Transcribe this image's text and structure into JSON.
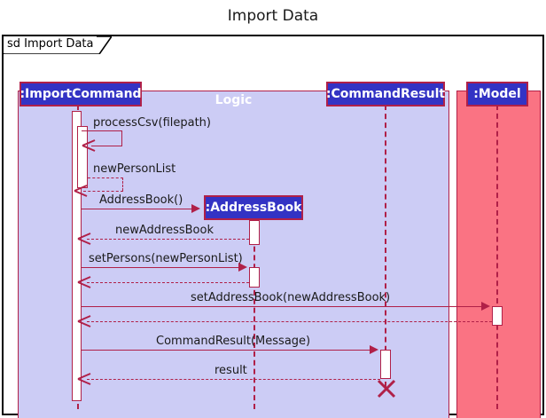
{
  "title": "Import Data",
  "frame": {
    "kind_label": "sd Import Data"
  },
  "groups": [
    {
      "name": "logic",
      "label": "Logic",
      "color": "#CCCCF5"
    },
    {
      "name": "model",
      "label": "Model",
      "color": "#FA7383"
    }
  ],
  "participants": [
    {
      "name": "import-command",
      "label": ":ImportCommand",
      "group": "logic"
    },
    {
      "name": "address-book",
      "label": ":AddressBook",
      "group": "logic"
    },
    {
      "name": "command-result",
      "label": ":CommandResult",
      "group": "logic"
    },
    {
      "name": "model",
      "label": ":Model",
      "group": "model"
    }
  ],
  "messages": [
    {
      "name": "process-csv",
      "label": "processCsv(filepath)",
      "kind": "self-call",
      "from": "import-command",
      "to": "import-command"
    },
    {
      "name": "new-person-list",
      "label": "newPersonList",
      "kind": "self-return",
      "from": "import-command",
      "to": "import-command"
    },
    {
      "name": "address-book-new",
      "label": "AddressBook()",
      "kind": "create",
      "from": "import-command",
      "to": "address-book"
    },
    {
      "name": "new-address-book",
      "label": "newAddressBook",
      "kind": "return",
      "from": "address-book",
      "to": "import-command"
    },
    {
      "name": "set-persons",
      "label": "setPersons(newPersonList)",
      "kind": "call",
      "from": "import-command",
      "to": "address-book"
    },
    {
      "name": "set-persons-return",
      "label": "",
      "kind": "return",
      "from": "address-book",
      "to": "import-command"
    },
    {
      "name": "set-address-book",
      "label": "setAddressBook(newAddressBook)",
      "kind": "call",
      "from": "import-command",
      "to": "model"
    },
    {
      "name": "set-address-book-return",
      "label": "",
      "kind": "return",
      "from": "model",
      "to": "import-command"
    },
    {
      "name": "command-result-new",
      "label": "CommandResult(Message)",
      "kind": "call",
      "from": "import-command",
      "to": "command-result"
    },
    {
      "name": "result",
      "label": "result",
      "kind": "return",
      "from": "command-result",
      "to": "import-command"
    }
  ],
  "colors": {
    "accent": "#B02048",
    "participant_fill": "#3333C4",
    "logic_bg": "#CCCCF5",
    "model_bg": "#FA7383",
    "frame_border": "#000000",
    "activation_fill": "#FFFFFF"
  },
  "markers": [
    {
      "name": "destroy-marker-command-result",
      "type": "destruction-x",
      "on": "command-result"
    }
  ]
}
